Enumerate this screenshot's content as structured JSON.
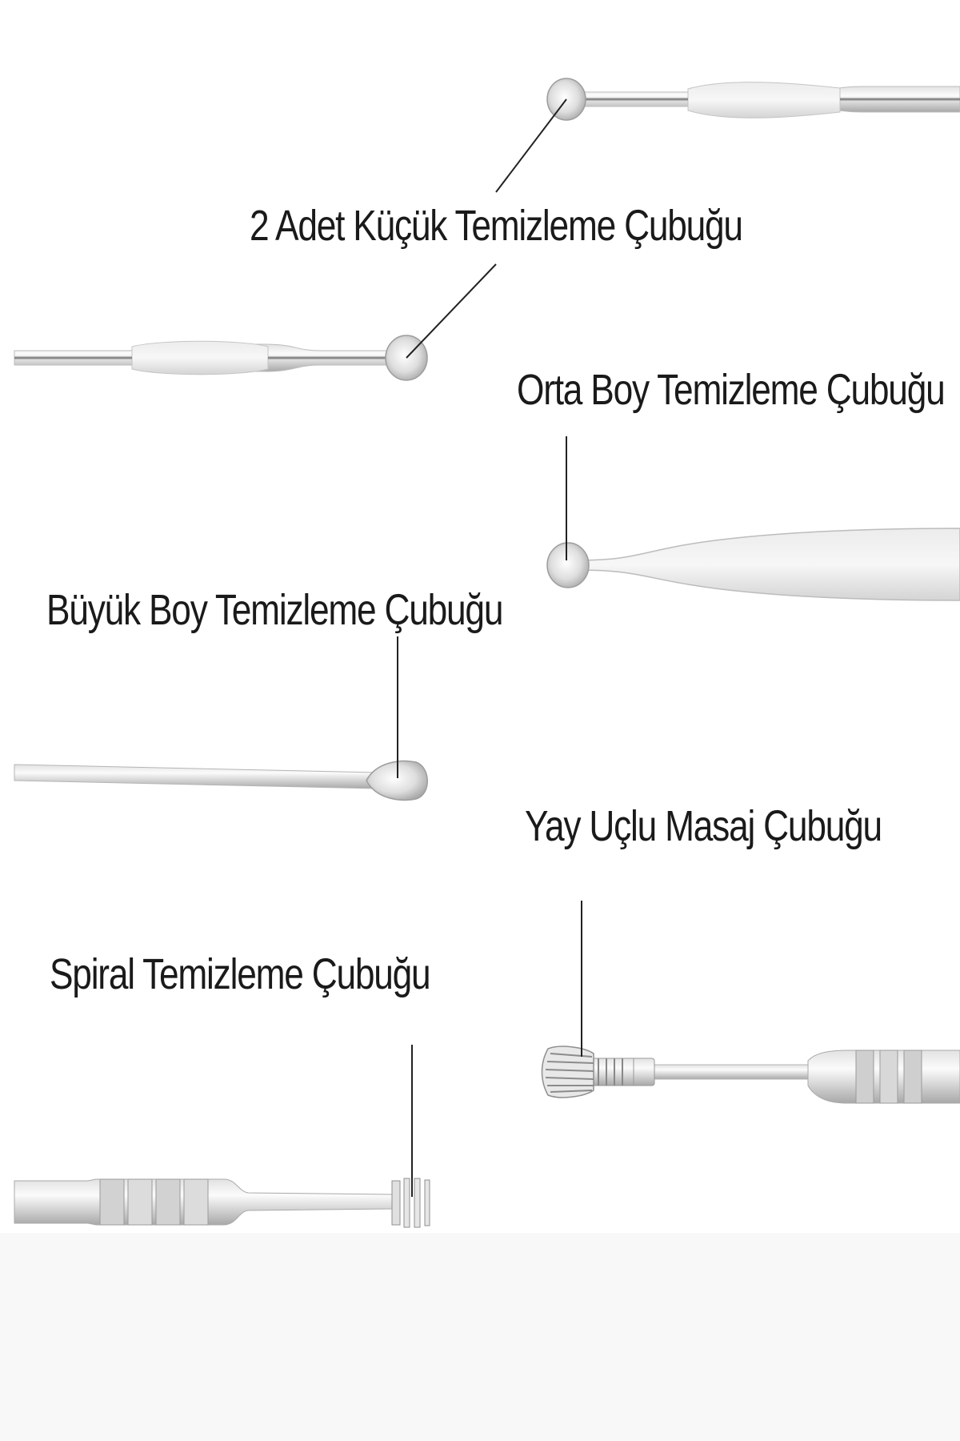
{
  "labels": {
    "small_sticks": "2 Adet Küçük Temizleme Çubuğu",
    "medium_stick": "Orta Boy Temizleme Çubuğu",
    "large_stick": "Büyük Boy Temizleme Çubuğu",
    "spring_tip": "Yay Uçlu Masaj Çubuğu",
    "spiral_stick": "Spiral Temizleme Çubuğu"
  },
  "colors": {
    "background": "#ffffff",
    "steel_light": "#f1f1f1",
    "steel_mid": "#c9c9c9",
    "steel_dark": "#9a9a9a",
    "text": "#1a1a1a",
    "leader_line": "#222222"
  }
}
